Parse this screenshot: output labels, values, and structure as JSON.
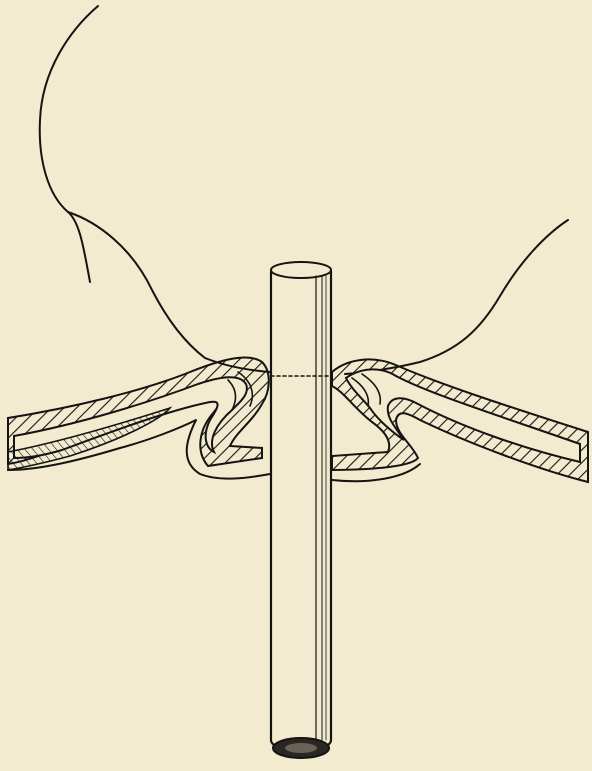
{
  "figure": {
    "subject": "surgical-illustration-drainage-tube-through-folded-tissue-layers",
    "colors": {
      "paper": "#f2ebcf",
      "ink": "#161412"
    },
    "elements": [
      "suture-thread-left",
      "suture-thread-right",
      "tissue-layer-left",
      "tissue-layer-right",
      "drainage-tube",
      "tube-lumen-opening"
    ]
  }
}
